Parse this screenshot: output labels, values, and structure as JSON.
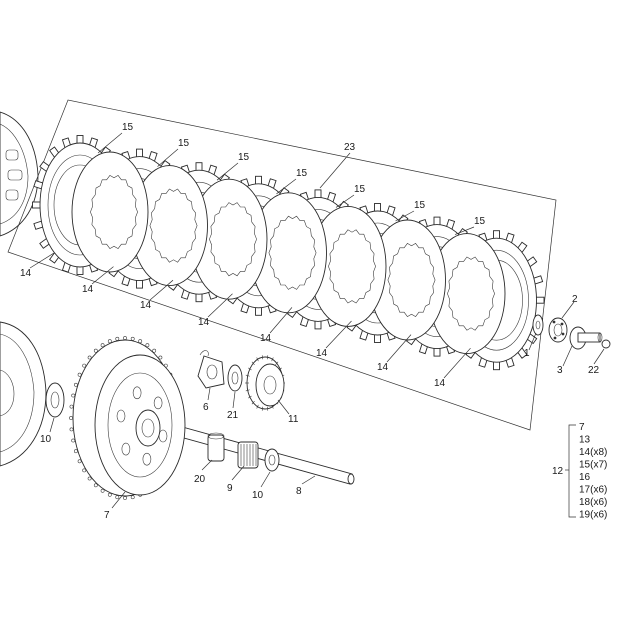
{
  "callouts": {
    "plates": [
      {
        "n": "14",
        "label": "14"
      },
      {
        "n": "15",
        "label": "15"
      }
    ],
    "assembly": "23",
    "parts": {
      "p1": "1",
      "p2": "2",
      "p3": "3",
      "p22": "22",
      "p6": "6",
      "p21": "21",
      "p11": "11",
      "p10a": "10",
      "p10b": "10",
      "p20": "20",
      "p9": "9",
      "p8": "8",
      "p7": "7"
    }
  },
  "kit": {
    "number": "12",
    "items": [
      "7",
      "13",
      "14(x8)",
      "15(x7)",
      "16",
      "17(x6)",
      "18(x6)",
      "19(x6)"
    ]
  }
}
